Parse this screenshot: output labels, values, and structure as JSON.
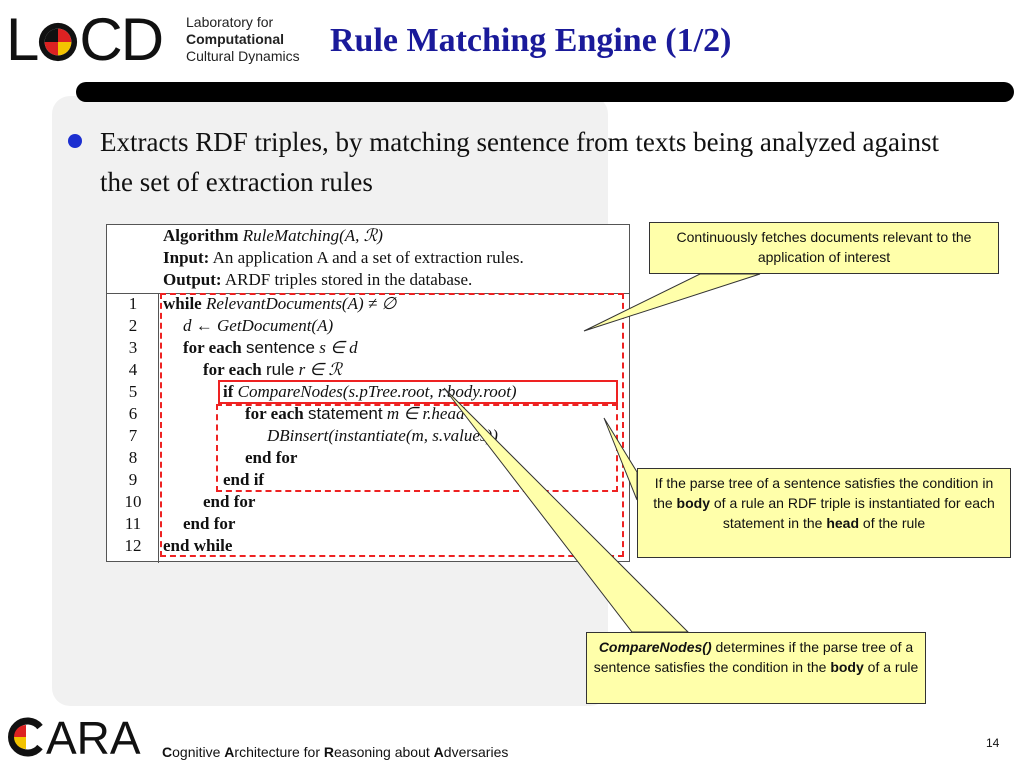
{
  "header": {
    "logo_text_lines": [
      "Laboratory for",
      "Computational",
      "Cultural Dynamics"
    ],
    "title": "Rule Matching Engine (1/2)"
  },
  "bullet": {
    "text": "Extracts RDF triples, by matching sentence from texts being analyzed against the set of extraction rules"
  },
  "algorithm": {
    "header": [
      {
        "label": "Algorithm",
        "text": "RuleMatching(A, ℛ)"
      },
      {
        "label": "Input:",
        "text": "An application A and a set of extraction rules."
      },
      {
        "label": "Output:",
        "text": "ARDF triples stored in the database."
      }
    ],
    "lines": [
      {
        "num": "1",
        "kw": "while",
        "text": "RelevantDocuments(A) ≠ ∅"
      },
      {
        "num": "2",
        "kw": "",
        "text": "d ← GetDocument(A)"
      },
      {
        "num": "3",
        "kw": "for each",
        "word": "sentence",
        "text": "s ∈ d"
      },
      {
        "num": "4",
        "kw": "for each",
        "word": "rule",
        "text": "r ∈ ℛ"
      },
      {
        "num": "5",
        "kw": "if",
        "text": "CompareNodes(s.pTree.root, r.body.root)"
      },
      {
        "num": "6",
        "kw": "for each",
        "word": "statement",
        "text": "m ∈ r.head"
      },
      {
        "num": "7",
        "kw": "",
        "text": "DBinsert(instantiate(m, s.values))"
      },
      {
        "num": "8",
        "kw": "end for",
        "text": ""
      },
      {
        "num": "9",
        "kw": "end if",
        "text": ""
      },
      {
        "num": "10",
        "kw": "end for",
        "text": ""
      },
      {
        "num": "11",
        "kw": "end for",
        "text": ""
      },
      {
        "num": "12",
        "kw": "end while",
        "text": ""
      }
    ]
  },
  "callouts": {
    "c1": "Continuously fetches documents relevant to the application of interest",
    "c2": {
      "p1": "If the parse tree of a sentence satisfies the condition in the ",
      "b1": "body",
      "p2": " of a rule an RDF triple is instantiated for each statement in the ",
      "b2": "head",
      "p3": " of the rule"
    },
    "c3": {
      "b0": "CompareNodes()",
      "p1": " determines if the parse tree of a sentence satisfies the condition in the ",
      "b1": "body",
      "p2": " of a rule"
    }
  },
  "footer": {
    "letters": [
      "C",
      "A",
      "R",
      "A"
    ],
    "words": [
      "ognitive ",
      "rchitecture for ",
      "easoning about ",
      "dversaries"
    ],
    "page_number": "14"
  },
  "colors": {
    "title": "#1a1a9a",
    "bullet": "#1c2fd0",
    "callout_bg": "#ffffaa",
    "dash": "#e22222"
  }
}
